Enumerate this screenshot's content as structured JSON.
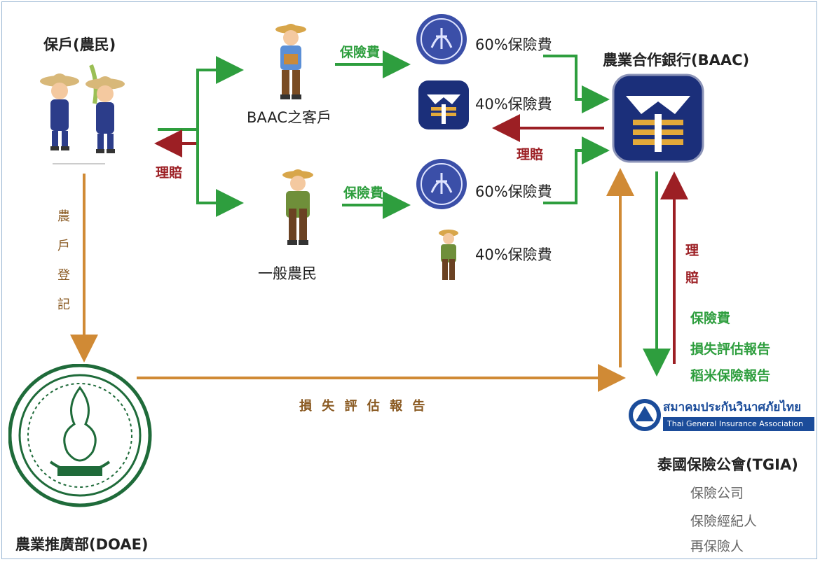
{
  "nodes": {
    "farmers": "保戶(農民)",
    "baac_customer": "BAAC之客戶",
    "general_farmer": "一般農民",
    "baac": "農業合作銀行(BAAC)",
    "doae": "農業推廣部(DOAE)",
    "tgia": "泰國保險公會(TGIA)",
    "tgia_logo_thai": "สมาคมประกันวินาศภัยไทย",
    "tgia_logo_en": "Thai General Insurance Association"
  },
  "labels": {
    "premium_1": "保險費",
    "premium_2": "保險費",
    "gov_60_1": "60%保險費",
    "baac_40": "40%保險費",
    "gov_60_2": "60%保險費",
    "farmer_40": "40%保險費",
    "claim_left": "理賠",
    "claim_mid": "理賠",
    "claim_right_1": "理",
    "claim_right_2": "賠",
    "registration": [
      "農",
      "戶",
      "登",
      "記"
    ],
    "loss_report_bottom": "損 失  評 估 報 告",
    "tgia_premium": "保險費",
    "tgia_loss_report": "損失評估報告",
    "tgia_rice_report": "稻米保險報告",
    "members": [
      "保險公司",
      "保險經紀人",
      "再保險人"
    ]
  },
  "colors": {
    "green": "#2e9e3e",
    "red": "#9c1f24",
    "brown": "#d08a35",
    "baac_blue": "#1b2f7a",
    "gov_blue": "#3b4fa8",
    "doae_green": "#1f6b3a"
  }
}
